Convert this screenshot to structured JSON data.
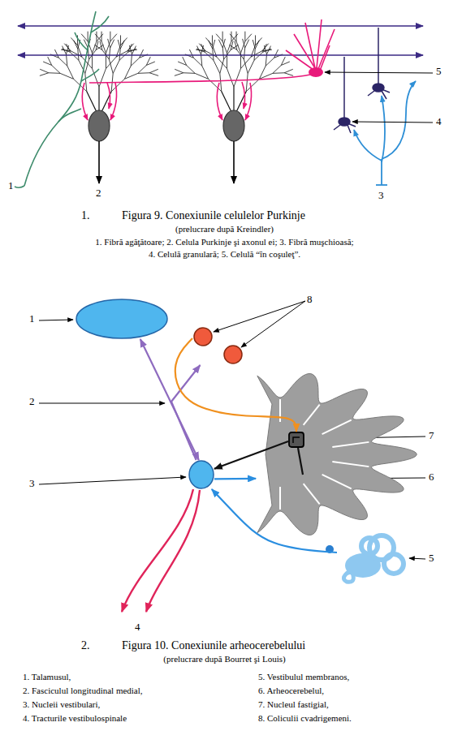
{
  "diagram": {
    "nodes": [
      {
        "text": [
          "1"
        ]
      },
      {
        "text": [
          "8"
        ]
      },
      {
        "text": [
          "6"
        ]
      },
      {
        "text": [
          "7"
        ],
        "in": 2
      },
      {
        "text": [
          "3"
        ]
      },
      {
        "text": [
          "5"
        ]
      }
    ],
    "edges": [
      {
        "from": 4,
        "to": 0,
        "arrow": "both"
      },
      {
        "from": 4,
        "to": 1,
        "arrow": "to"
      },
      {
        "from": 1,
        "to": 3,
        "arrow": "to"
      },
      {
        "from": 3,
        "to": 4,
        "arrow": "to"
      },
      {
        "from": 4,
        "to": 2,
        "arrow": "to"
      },
      {
        "from": 5,
        "to": 4,
        "arrow": "to"
      },
      {
        "from": 2,
        "to": 3,
        "arrow": "none"
      }
    ],
    "labels": [
      "1",
      "2",
      "3",
      "4",
      "5",
      "1.",
      "Figura 9. Conexiunile celulelor Purkinje",
      "(prelucrare după Kreindler)",
      "1. Fibră agăţătoare; 2. Celula Purkinje şi axonul ei; 3. Fibră muşchioasă;",
      "4. Celulă granulară; 5. Celulă “în coşuleţ”.",
      "2",
      "4",
      "2.",
      "Figura 10. Conexiunile arheocerebelului",
      "(prelucrare după Bourret şi Louis)",
      "1. Talamusul,",
      "2. Fasciculul longitudinal medial,",
      "3. Nucleii vestibulari,",
      "4. Tracturile vestibulospinale",
      "5. Vestibulul membranos,",
      "6. Arheocerebelul,",
      "7. Nucleul fastigial,",
      "8. Coliculii cvadrigemeni."
    ]
  }
}
